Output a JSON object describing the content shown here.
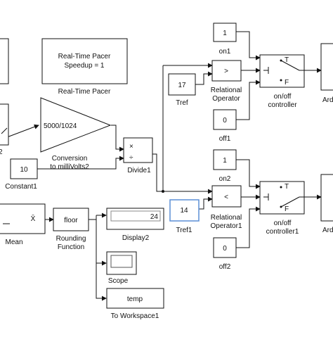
{
  "blocks": {
    "pacer": {
      "line1": "Real-Time Pacer",
      "line2": "Speedup = 1",
      "label": "Real-Time Pacer"
    },
    "conversion": {
      "gain": "5000/1024",
      "label1": "Conversion",
      "label2": "to milliVolts2"
    },
    "constant1": {
      "value": "10",
      "label": "Constant1"
    },
    "divide1": {
      "mult": "×",
      "div": "÷",
      "label": "Divide1"
    },
    "mean": {
      "symbol": "X̄",
      "label": "Mean"
    },
    "rounding": {
      "value": "floor",
      "label1": "Rounding",
      "label2": "Function"
    },
    "display2": {
      "value": "24",
      "label": "Display2"
    },
    "scope": {
      "label": "Scope"
    },
    "workspace": {
      "value": "temp",
      "label": "To Workspace1"
    },
    "on1": {
      "value": "1",
      "label": "on1"
    },
    "off1": {
      "value": "0",
      "label": "off1"
    },
    "tref": {
      "value": "17",
      "label": "Tref"
    },
    "relop": {
      "op": ">",
      "label1": "Relational",
      "label2": "Operator"
    },
    "switch": {
      "label1": "on/off",
      "label2": "controller"
    },
    "on2": {
      "value": "1",
      "label": "on2"
    },
    "off2": {
      "value": "0",
      "label": "off2"
    },
    "tref1": {
      "value": "14",
      "label": "Tref1"
    },
    "relop1": {
      "op": "<",
      "label1": "Relational",
      "label2": "Operator1"
    },
    "switch1": {
      "label1": "on/off",
      "label2": "controller1"
    },
    "ard_top": {
      "label": "Ard"
    },
    "ard_bottom": {
      "label": "Ard"
    },
    "left_partial": {
      "label": "2"
    },
    "port_t": "T",
    "port_f": "F"
  }
}
